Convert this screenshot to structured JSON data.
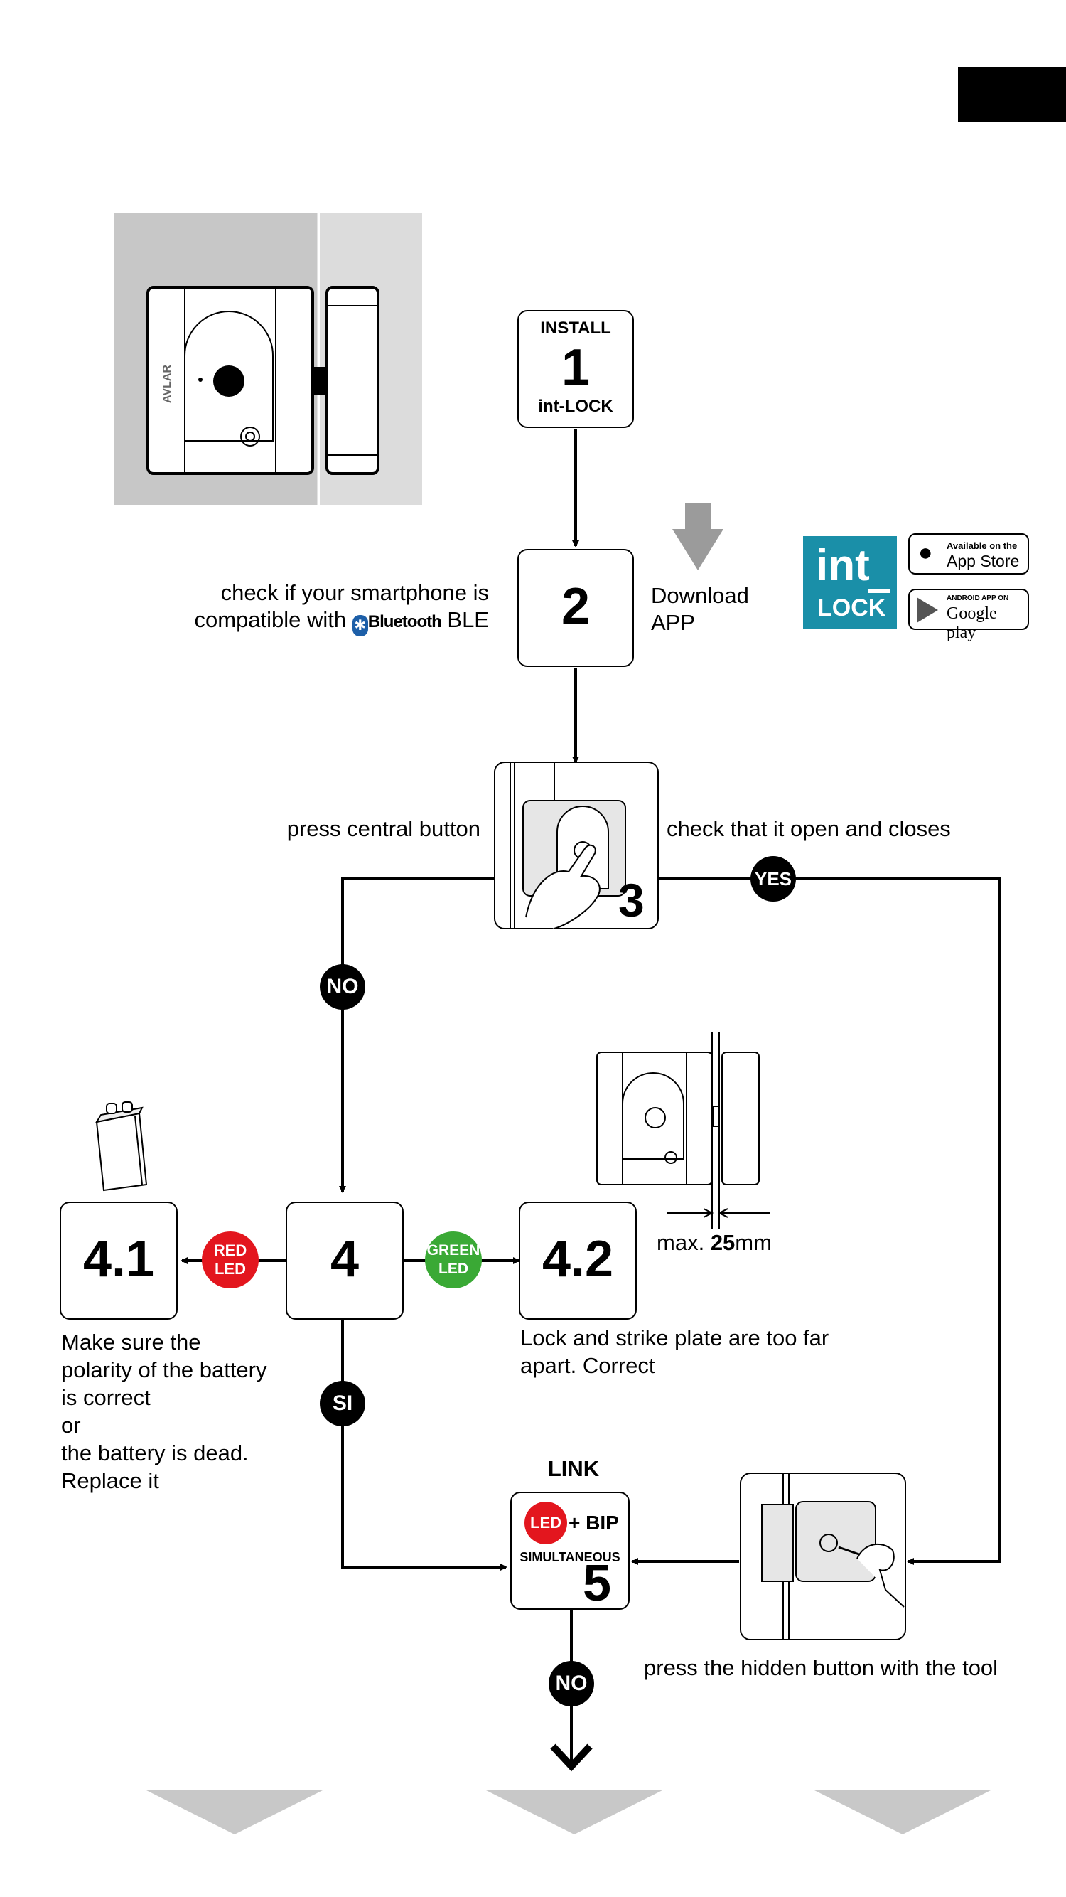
{
  "steps": {
    "s1": {
      "top": "INSTALL",
      "num": "1",
      "bottom": "int-LOCK"
    },
    "s2": {
      "num": "2",
      "left_line1": "check if your smartphone is",
      "left_line2a": "compatible with",
      "bluetooth": "Bluetooth",
      "left_line2b": "BLE",
      "right_line1": "Download",
      "right_line2": "APP"
    },
    "s3": {
      "num": "3",
      "left": "press central button",
      "right": "check that it open and closes"
    },
    "s4": {
      "num": "4"
    },
    "s41": {
      "num": "4.1",
      "desc": [
        "Make sure the",
        "polarity of the battery",
        "is correct",
        "or",
        "the battery is dead.",
        "Replace it"
      ]
    },
    "s42": {
      "num": "4.2",
      "desc": [
        "Lock and strike plate are too far",
        "apart. Correct"
      ],
      "max_prefix": "max.",
      "max_value": "25",
      "max_unit": "mm"
    },
    "s5": {
      "title": "LINK",
      "led": "LED",
      "bip": "+ BIP",
      "simul": "SIMULTANEOUS",
      "num": "5"
    },
    "hidden": "press the hidden button with the tool"
  },
  "badges": {
    "yes": "YES",
    "no1": "NO",
    "si": "SI",
    "no2": "NO"
  },
  "leds": {
    "red": [
      "RED",
      "LED"
    ],
    "green": [
      "GREEN",
      "LED"
    ]
  },
  "app": {
    "logo_top": "int",
    "logo_bottom": "LOCK",
    "appstore_small": "Available on the",
    "appstore_big": "App Store",
    "google_small": "ANDROID APP ON",
    "google_big": "Google play"
  },
  "colors": {
    "red": "#e3161e",
    "green": "#3aa935",
    "teal": "#1a8fa8",
    "gray": "#9b9b9b"
  }
}
